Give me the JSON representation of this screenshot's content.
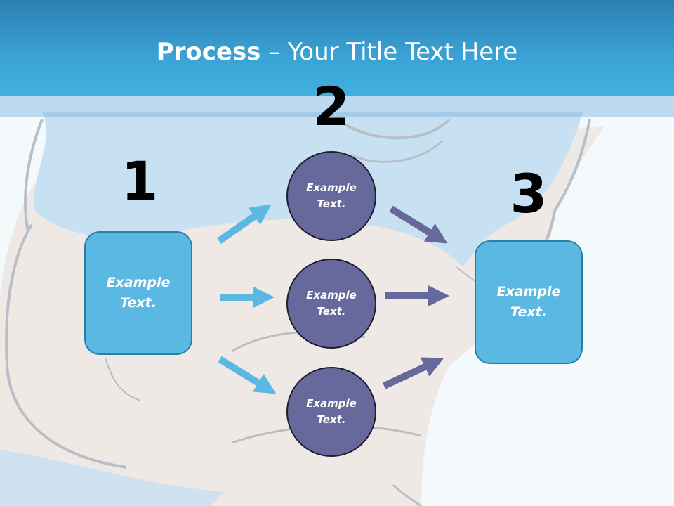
{
  "title": {
    "bold": "Process",
    "rest": " – Your Title Text Here"
  },
  "steps": [
    {
      "number": "1",
      "box_text": "Example\nText."
    },
    {
      "number": "2",
      "circles": [
        "Example\nText.",
        "Example\nText.",
        "Example\nText."
      ]
    },
    {
      "number": "3",
      "box_text": "Example\nText."
    }
  ],
  "colors": {
    "header": "#3aa3d6",
    "box_fill": "#5bb8e2",
    "circle_fill": "#67689c",
    "arrow_in": "#5bb8e2",
    "arrow_out": "#67689c"
  }
}
